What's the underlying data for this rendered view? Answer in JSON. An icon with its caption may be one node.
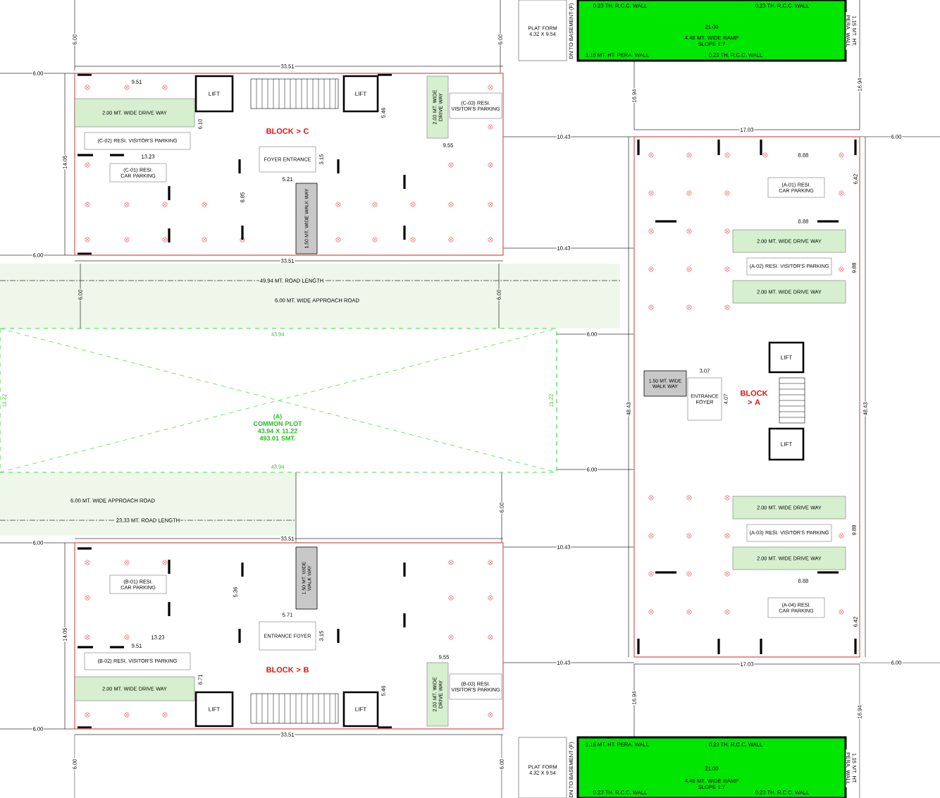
{
  "diagram": {
    "nodes": [
      {
        "text": [
          "BLOCK > C"
        ]
      },
      {
        "text": [
          "LIFT"
        ],
        "in": 0
      },
      {
        "text": [
          "LIFT"
        ],
        "in": 0
      },
      {
        "text": [
          "2.00 MT. WIDE DRIVE WAY"
        ],
        "in": 0
      },
      {
        "text": [
          "(C-02) RESI. VISITOR'S PARKING"
        ],
        "in": 0
      },
      {
        "text": [
          "(C-01) RESI. CAR PARKING"
        ],
        "in": 0
      },
      {
        "text": [
          "FOYER ENTRANCE"
        ],
        "in": 0
      },
      {
        "text": [
          "1.50 MT. WIDE WALK WAY"
        ],
        "in": 0
      },
      {
        "text": [
          "2.00 MT. WIDE DRIVE WAY"
        ],
        "in": 0
      },
      {
        "text": [
          "(C-03) RESI. VISITOR'S PARKING"
        ],
        "in": 0
      },
      {
        "text": [
          "(A)",
          "COMMON PLOT",
          "43.94 X 11.22",
          "493.01 SMT."
        ]
      },
      {
        "text": [
          "BLOCK > B"
        ]
      },
      {
        "text": [
          "(B-01) RESI. CAR PARKING"
        ],
        "in": 11
      },
      {
        "text": [
          "ENTRANCE FOYER"
        ],
        "in": 11
      },
      {
        "text": [
          "1.50 MT. WIDE WALK WAY"
        ],
        "in": 11
      },
      {
        "text": [
          "(B-02) RESI. VISITOR'S PARKING"
        ],
        "in": 11
      },
      {
        "text": [
          "2.00 MT. WIDE DRIVE WAY"
        ],
        "in": 11
      },
      {
        "text": [
          "LIFT"
        ],
        "in": 11
      },
      {
        "text": [
          "LIFT"
        ],
        "in": 11
      },
      {
        "text": [
          "2.00 MT. WIDE DRIVE WAY"
        ],
        "in": 11
      },
      {
        "text": [
          "(B-03) RESI. VISITOR'S PARKING"
        ],
        "in": 11
      },
      {
        "text": [
          "BLOCK > A"
        ]
      },
      {
        "text": [
          "(A-01) RESI. CAR PARKING"
        ],
        "in": 21
      },
      {
        "text": [
          "2.00 MT. WIDE DRIVE WAY"
        ],
        "in": 21
      },
      {
        "text": [
          "(A-02) RESI. VISITOR'S PARKING"
        ],
        "in": 21
      },
      {
        "text": [
          "2.00 MT. WIDE DRIVE WAY"
        ],
        "in": 21
      },
      {
        "text": [
          "LIFT"
        ],
        "in": 21
      },
      {
        "text": [
          "1.50 MT. WIDE WALK WAY"
        ],
        "in": 21
      },
      {
        "text": [
          "ENTRANCE FOYER"
        ],
        "in": 21
      },
      {
        "text": [
          "LIFT"
        ],
        "in": 21
      },
      {
        "text": [
          "2.00 MT. WIDE DRIVE WAY"
        ],
        "in": 21
      },
      {
        "text": [
          "(A-03) RESI. VISITOR'S PARKING"
        ],
        "in": 21
      },
      {
        "text": [
          "2.00 MT. WIDE DRIVE WAY"
        ],
        "in": 21
      },
      {
        "text": [
          "(A-04) RESI. CAR PARKING"
        ],
        "in": 21
      },
      {
        "text": [
          "PLAT FORM",
          "4.32 X 9.54"
        ]
      },
      {
        "text": [
          "4.48 MT. WIDE RAMP",
          "SLOPE 1:7"
        ]
      },
      {
        "text": [
          "PLAT FORM",
          "4.32 X 9.54"
        ]
      },
      {
        "text": [
          "4.48 MT. WIDE RAMP",
          "SLOPE 1:7"
        ]
      }
    ],
    "labels": [
      "6.00",
      "6.00",
      "33.51",
      "9.51",
      "6.10",
      "5.46",
      "13.23",
      "9.55",
      "14.05",
      "8.85",
      "3.15",
      "5.21",
      "6.00",
      "33.51",
      "49.94 MT. ROAD LENGTH",
      "6.00 MT. WIDE APPROACH ROAD",
      "6.00",
      "6.00",
      "43.94",
      "11.22",
      "11.22",
      "43.94",
      "6.00",
      "6.00",
      "6.00 MT. WIDE APPROACH ROAD",
      "23.33 MT. ROAD LENGTH",
      "6.00",
      "33.51",
      "6.00",
      "5.36",
      "14.05",
      "13.23",
      "5.71",
      "3.15",
      "9.51",
      "9.55",
      "6.71",
      "5.46",
      "6.00",
      "33.51",
      "6.00",
      "0.23 TH. R.C.C. WALL",
      "0.23 TH. R.C.C. WALL",
      "21.00",
      "1.15 MT. HT. PERA. WALL",
      "0.23 TH. R.C.C. WALL",
      "DN TO BASEMENT-(F)",
      "1.15 MT. HT. PERA. WALL",
      "6.00",
      "16.94",
      "16.94",
      "10.43",
      "17.03",
      "6.00",
      "8.88",
      "6.42",
      "8.88",
      "9.88",
      "10.43",
      "48.43",
      "48.43",
      "3.07",
      "4.07",
      "9.88",
      "10.43",
      "8.88",
      "6.42",
      "10.43",
      "17.03",
      "6.00",
      "16.94",
      "16.94",
      "6.00",
      "1.15 MT. HT. PERA. WALL",
      "0.23 TH. R.C.C. WALL",
      "21.00",
      "DN TO BASEMENT-(F)",
      "1.15 MT. HT. PERA. WALL",
      "0.23 TH. R.C.C. WALL",
      "0.23 TH. R.C.C. WALL"
    ]
  }
}
